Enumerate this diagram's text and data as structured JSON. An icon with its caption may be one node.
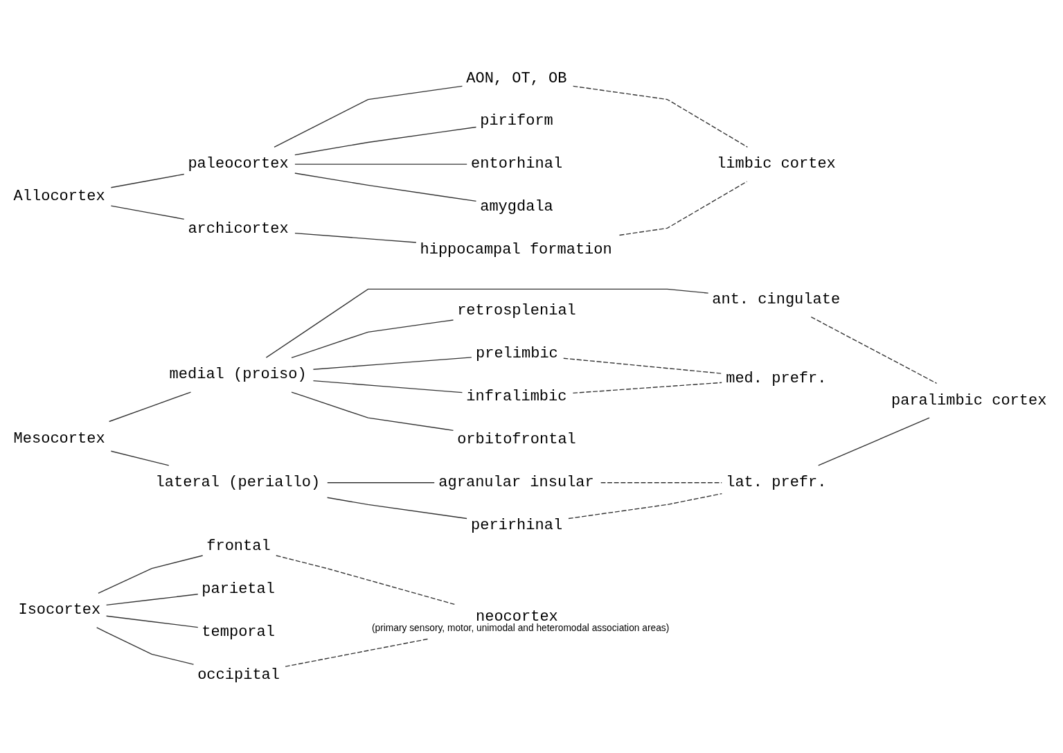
{
  "diagram": {
    "nodes": [
      {
        "text": [
          "Isocortex"
        ]
      },
      {
        "text": [
          "frontal"
        ]
      },
      {
        "text": [
          "parietal"
        ]
      },
      {
        "text": [
          "temporal"
        ]
      },
      {
        "text": [
          "occipital"
        ]
      },
      {
        "text": [
          "neocortex"
        ],
        "beside": [
          "(primary sensory, motor, unimodal and heteromodal association areas)"
        ]
      },
      {
        "text": [
          "Mesocortex"
        ]
      },
      {
        "text": [
          "medial (proiso)"
        ]
      },
      {
        "text": [
          "lateral (periallo)"
        ]
      },
      {
        "text": [
          "ant. cingulate"
        ]
      },
      {
        "text": [
          "retrosplenial"
        ]
      },
      {
        "text": [
          "prelimbic"
        ]
      },
      {
        "text": [
          "infralimbic"
        ]
      },
      {
        "text": [
          "orbitofrontal"
        ]
      },
      {
        "text": [
          "med. prefr."
        ]
      },
      {
        "text": [
          "agranular insular"
        ]
      },
      {
        "text": [
          "perirhinal"
        ]
      },
      {
        "text": [
          "lat. prefr."
        ]
      },
      {
        "text": [
          "paralimbic cortex"
        ]
      },
      {
        "text": [
          "Allocortex"
        ]
      },
      {
        "text": [
          "paleocortex"
        ]
      },
      {
        "text": [
          "archicortex"
        ]
      },
      {
        "text": [
          "AON, OT, OB"
        ]
      },
      {
        "text": [
          "piriform"
        ]
      },
      {
        "text": [
          "entorhinal"
        ]
      },
      {
        "text": [
          "amygdala"
        ]
      },
      {
        "text": [
          "hippocampal formation"
        ]
      },
      {
        "text": [
          "limbic cortex"
        ]
      }
    ],
    "edges": [
      {
        "from": 0,
        "to": 1,
        "arrow": "none"
      },
      {
        "from": 0,
        "to": 2,
        "arrow": "none"
      },
      {
        "from": 0,
        "to": 3,
        "arrow": "none"
      },
      {
        "from": 0,
        "to": 4,
        "arrow": "none"
      },
      {
        "from": 1,
        "to": 5,
        "arrow": "none",
        "style": "dashed"
      },
      {
        "from": 4,
        "to": 5,
        "arrow": "none",
        "style": "dashed"
      },
      {
        "from": 6,
        "to": 7,
        "arrow": "none"
      },
      {
        "from": 6,
        "to": 8,
        "arrow": "none"
      },
      {
        "from": 7,
        "to": 9,
        "arrow": "none"
      },
      {
        "from": 7,
        "to": 10,
        "arrow": "none"
      },
      {
        "from": 7,
        "to": 11,
        "arrow": "none"
      },
      {
        "from": 7,
        "to": 12,
        "arrow": "none"
      },
      {
        "from": 7,
        "to": 13,
        "arrow": "none"
      },
      {
        "from": 11,
        "to": 14,
        "arrow": "none",
        "style": "dashed"
      },
      {
        "from": 12,
        "to": 14,
        "arrow": "none",
        "style": "dashed"
      },
      {
        "from": 8,
        "to": 15,
        "arrow": "none"
      },
      {
        "from": 8,
        "to": 16,
        "arrow": "none"
      },
      {
        "from": 15,
        "to": 17,
        "arrow": "none",
        "style": "dashed"
      },
      {
        "from": 16,
        "to": 17,
        "arrow": "none",
        "style": "dashed"
      },
      {
        "from": 9,
        "to": 18,
        "arrow": "none",
        "style": "dashed"
      },
      {
        "from": 17,
        "to": 18,
        "arrow": "none"
      },
      {
        "from": 19,
        "to": 20,
        "arrow": "none"
      },
      {
        "from": 19,
        "to": 21,
        "arrow": "none"
      },
      {
        "from": 20,
        "to": 22,
        "arrow": "none"
      },
      {
        "from": 20,
        "to": 23,
        "arrow": "none"
      },
      {
        "from": 20,
        "to": 24,
        "arrow": "none"
      },
      {
        "from": 20,
        "to": 25,
        "arrow": "none"
      },
      {
        "from": 21,
        "to": 26,
        "arrow": "none"
      },
      {
        "from": 22,
        "to": 27,
        "arrow": "none",
        "style": "dashed"
      },
      {
        "from": 26,
        "to": 27,
        "arrow": "none",
        "style": "dashed"
      }
    ]
  }
}
